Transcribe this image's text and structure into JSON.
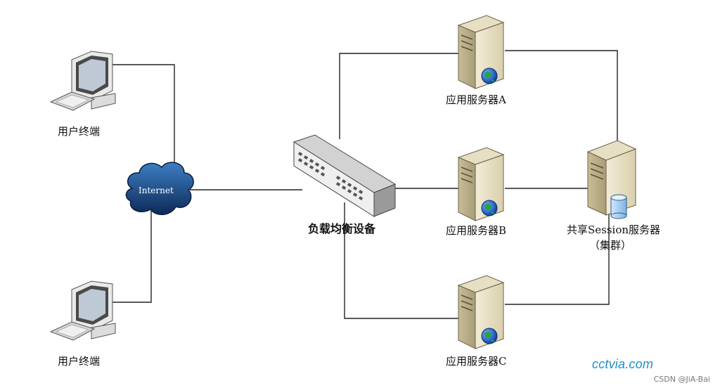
{
  "nodes": {
    "client_top": "用户终端",
    "client_bottom": "用户终端",
    "internet": "Internet",
    "load_balancer": "负载均衡设备",
    "server_a": "应用服务器A",
    "server_b": "应用服务器B",
    "server_c": "应用服务器C",
    "session_server_line1": "共享Session服务器",
    "session_server_line2": "（集群）"
  },
  "watermark": "cctvia.com",
  "credit": "CSDN @JiA-Bai"
}
